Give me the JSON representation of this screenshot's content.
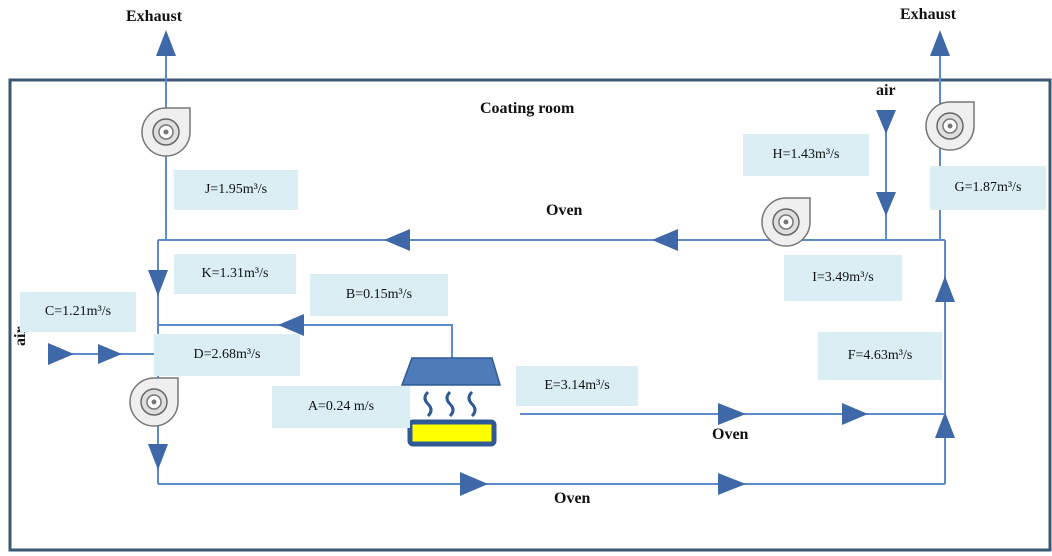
{
  "title": "Coating room",
  "texts": {
    "exhaust_left": "Exhaust",
    "exhaust_right": "Exhaust",
    "air_top": "air",
    "air_left": "air",
    "oven_top": "Oven",
    "oven_mid": "Oven",
    "oven_bottom": "Oven"
  },
  "labels": {
    "A": "A=0.24 m/s",
    "B": "B=0.15m³/s",
    "C": "C=1.21m³/s",
    "D": "D=2.68m³/s",
    "E": "E=3.14m³/s",
    "F": "F=4.63m³/s",
    "G": "G=1.87m³/s",
    "H": "H=1.43m³/s",
    "I": "I=3.49m³/s",
    "J": "J=1.95m³/s",
    "K": "K=1.31m³/s"
  },
  "colors": {
    "border": "#3a5873",
    "line": "#5b8bc8",
    "arrow": "#3e68a8",
    "label_bg": "#daeef4",
    "hood": "#4f7bb8",
    "tray": "#ffff00",
    "tray_border": "#2f5a96"
  }
}
